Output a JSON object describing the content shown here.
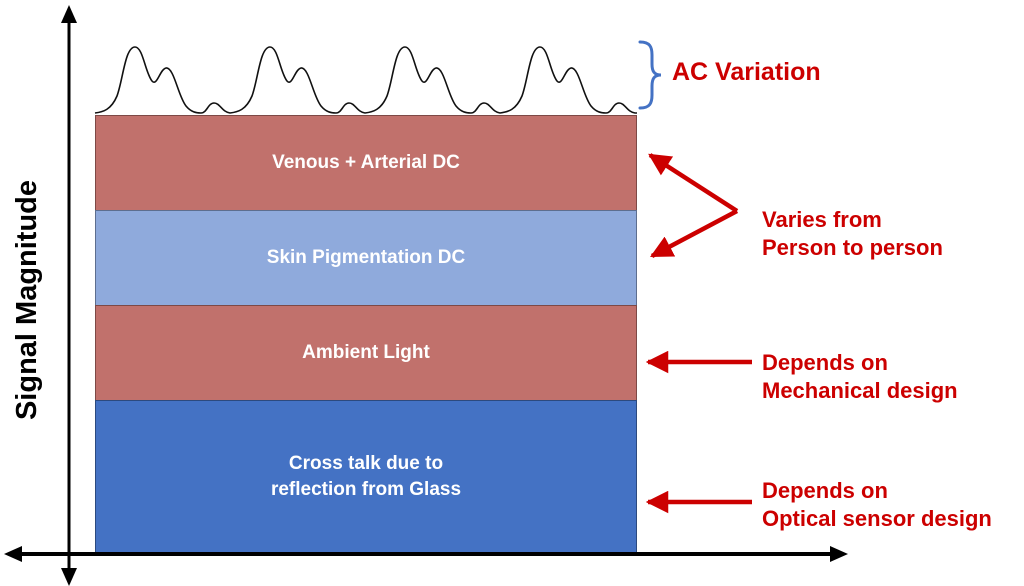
{
  "colors": {
    "layer_salmon": "#C1716C",
    "layer_light_blue": "#8FAADC",
    "layer_blue": "#4472C4",
    "bar_text": "#FFFFFF",
    "annotation_red": "#CC0000",
    "brace_blue": "#4472C4",
    "axis_black": "#000000"
  },
  "y_axis_label": "Signal Magnitude",
  "layers": [
    {
      "label": "Venous + Arterial DC"
    },
    {
      "label": "Skin Pigmentation DC"
    },
    {
      "label": "Ambient Light"
    },
    {
      "label": "Cross talk due to\nreflection from Glass"
    }
  ],
  "annotations": {
    "ac_variation": "AC Variation",
    "varies": "Varies from\nPerson to person",
    "mechanical": "Depends on\nMechanical design",
    "optical": "Depends on\nOptical sensor design"
  }
}
